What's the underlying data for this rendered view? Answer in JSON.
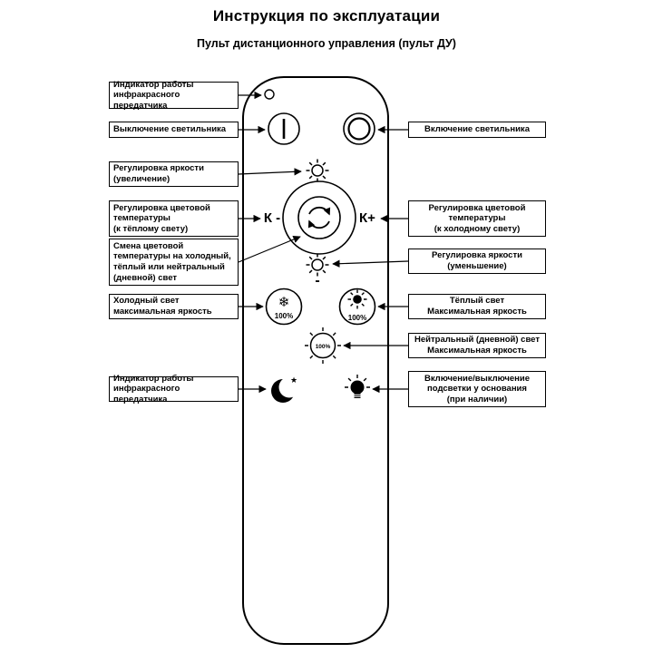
{
  "page": {
    "title": "Инструкция по эксплуатации",
    "subtitle": "Пульт дистанционного управления (пульт ДУ)"
  },
  "callouts_left": [
    {
      "text": "Индикатор работы\nинфракрасного передатчика"
    },
    {
      "text": "Выключение светильника"
    },
    {
      "text": "Регулировка яркости\n(увеличение)"
    },
    {
      "text": "Регулировка цветовой\nтемпературы\n(к тёплому свету)"
    },
    {
      "text": "Смена цветовой\nтемпературы на холодный,\nтёплый или нейтральный\n(дневной) свет"
    },
    {
      "text": "Холодный свет\nмаксимальная яркость"
    },
    {
      "text": "Индикатор работы\nинфракрасного передатчика"
    }
  ],
  "callouts_right": [
    {
      "text": "Включение светильника"
    },
    {
      "text": "Регулировка цветовой\nтемпературы\n(к холодному свету)"
    },
    {
      "text": "Регулировка яркости\n(уменьшение)"
    },
    {
      "text": "Тёплый свет\nМаксимальная яркость"
    },
    {
      "text": "Нейтральный (дневной) свет\nМаксимальная яркость"
    },
    {
      "text": "Включение/выключение\nподсветки у основания\n(при наличии)"
    }
  ],
  "remote": {
    "k_minus": "К -",
    "k_plus": "К+",
    "plus_sign": "+",
    "minus_sign": "-",
    "cold_percent": "100%",
    "warm_percent": "100%",
    "neutral_percent": "100%",
    "snowflake_glyph": "❄",
    "star_glyph": "★"
  }
}
